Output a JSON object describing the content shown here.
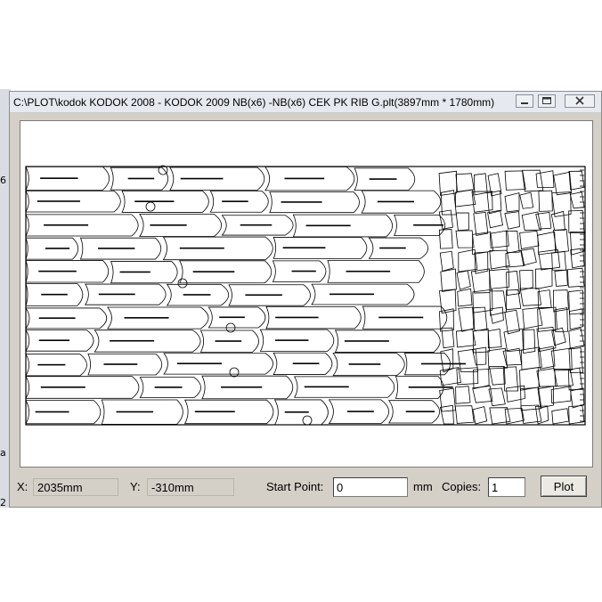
{
  "background": {
    "left_glyphs": [
      "6",
      "a",
      "2"
    ]
  },
  "window": {
    "title": "C:\\PLOT\\kodok KODOK 2008 - KODOK 2009 NB(x6) -NB(x6) CEK PK RIB G.plt(3897mm * 1780mm)",
    "controls": {
      "minimize_icon": "minimize-icon",
      "maximize_icon": "maximize-icon",
      "close_icon": "close-icon"
    }
  },
  "status_bar": {
    "x_label": "X:",
    "x_value": "2035mm",
    "y_label": "Y:",
    "y_value": "-310mm",
    "start_point_label": "Start Point:",
    "start_point_value": "0",
    "unit": "mm",
    "copies_label": "Copies:",
    "copies_value": "1",
    "plot_button": "Plot"
  }
}
